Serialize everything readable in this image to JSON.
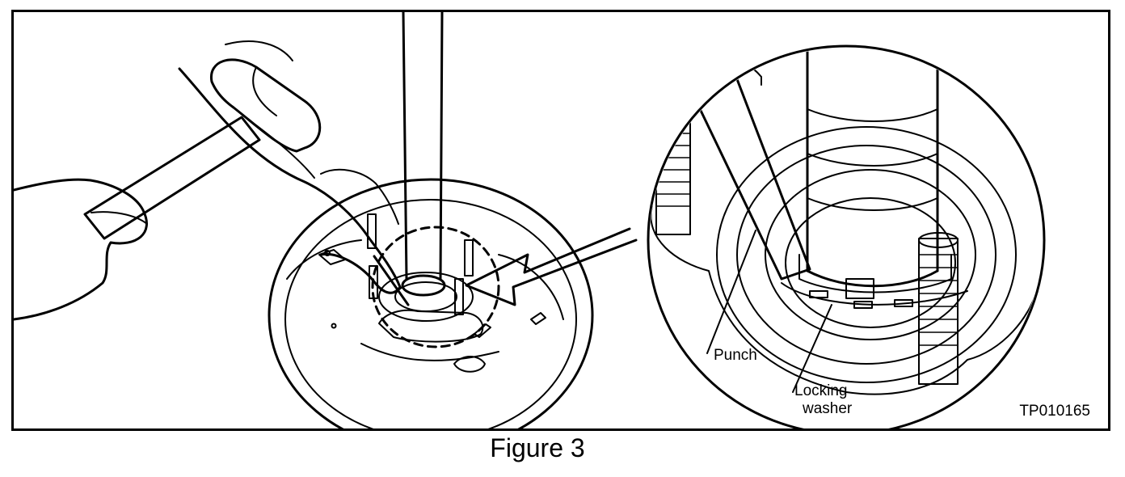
{
  "figure": {
    "caption": "Figure 3",
    "code": "TP010165",
    "callouts": {
      "punch": "Punch",
      "locking_washer_line1": "Locking",
      "locking_washer_line2": "washer"
    }
  },
  "colors": {
    "ink": "#000000",
    "paper": "#ffffff"
  }
}
